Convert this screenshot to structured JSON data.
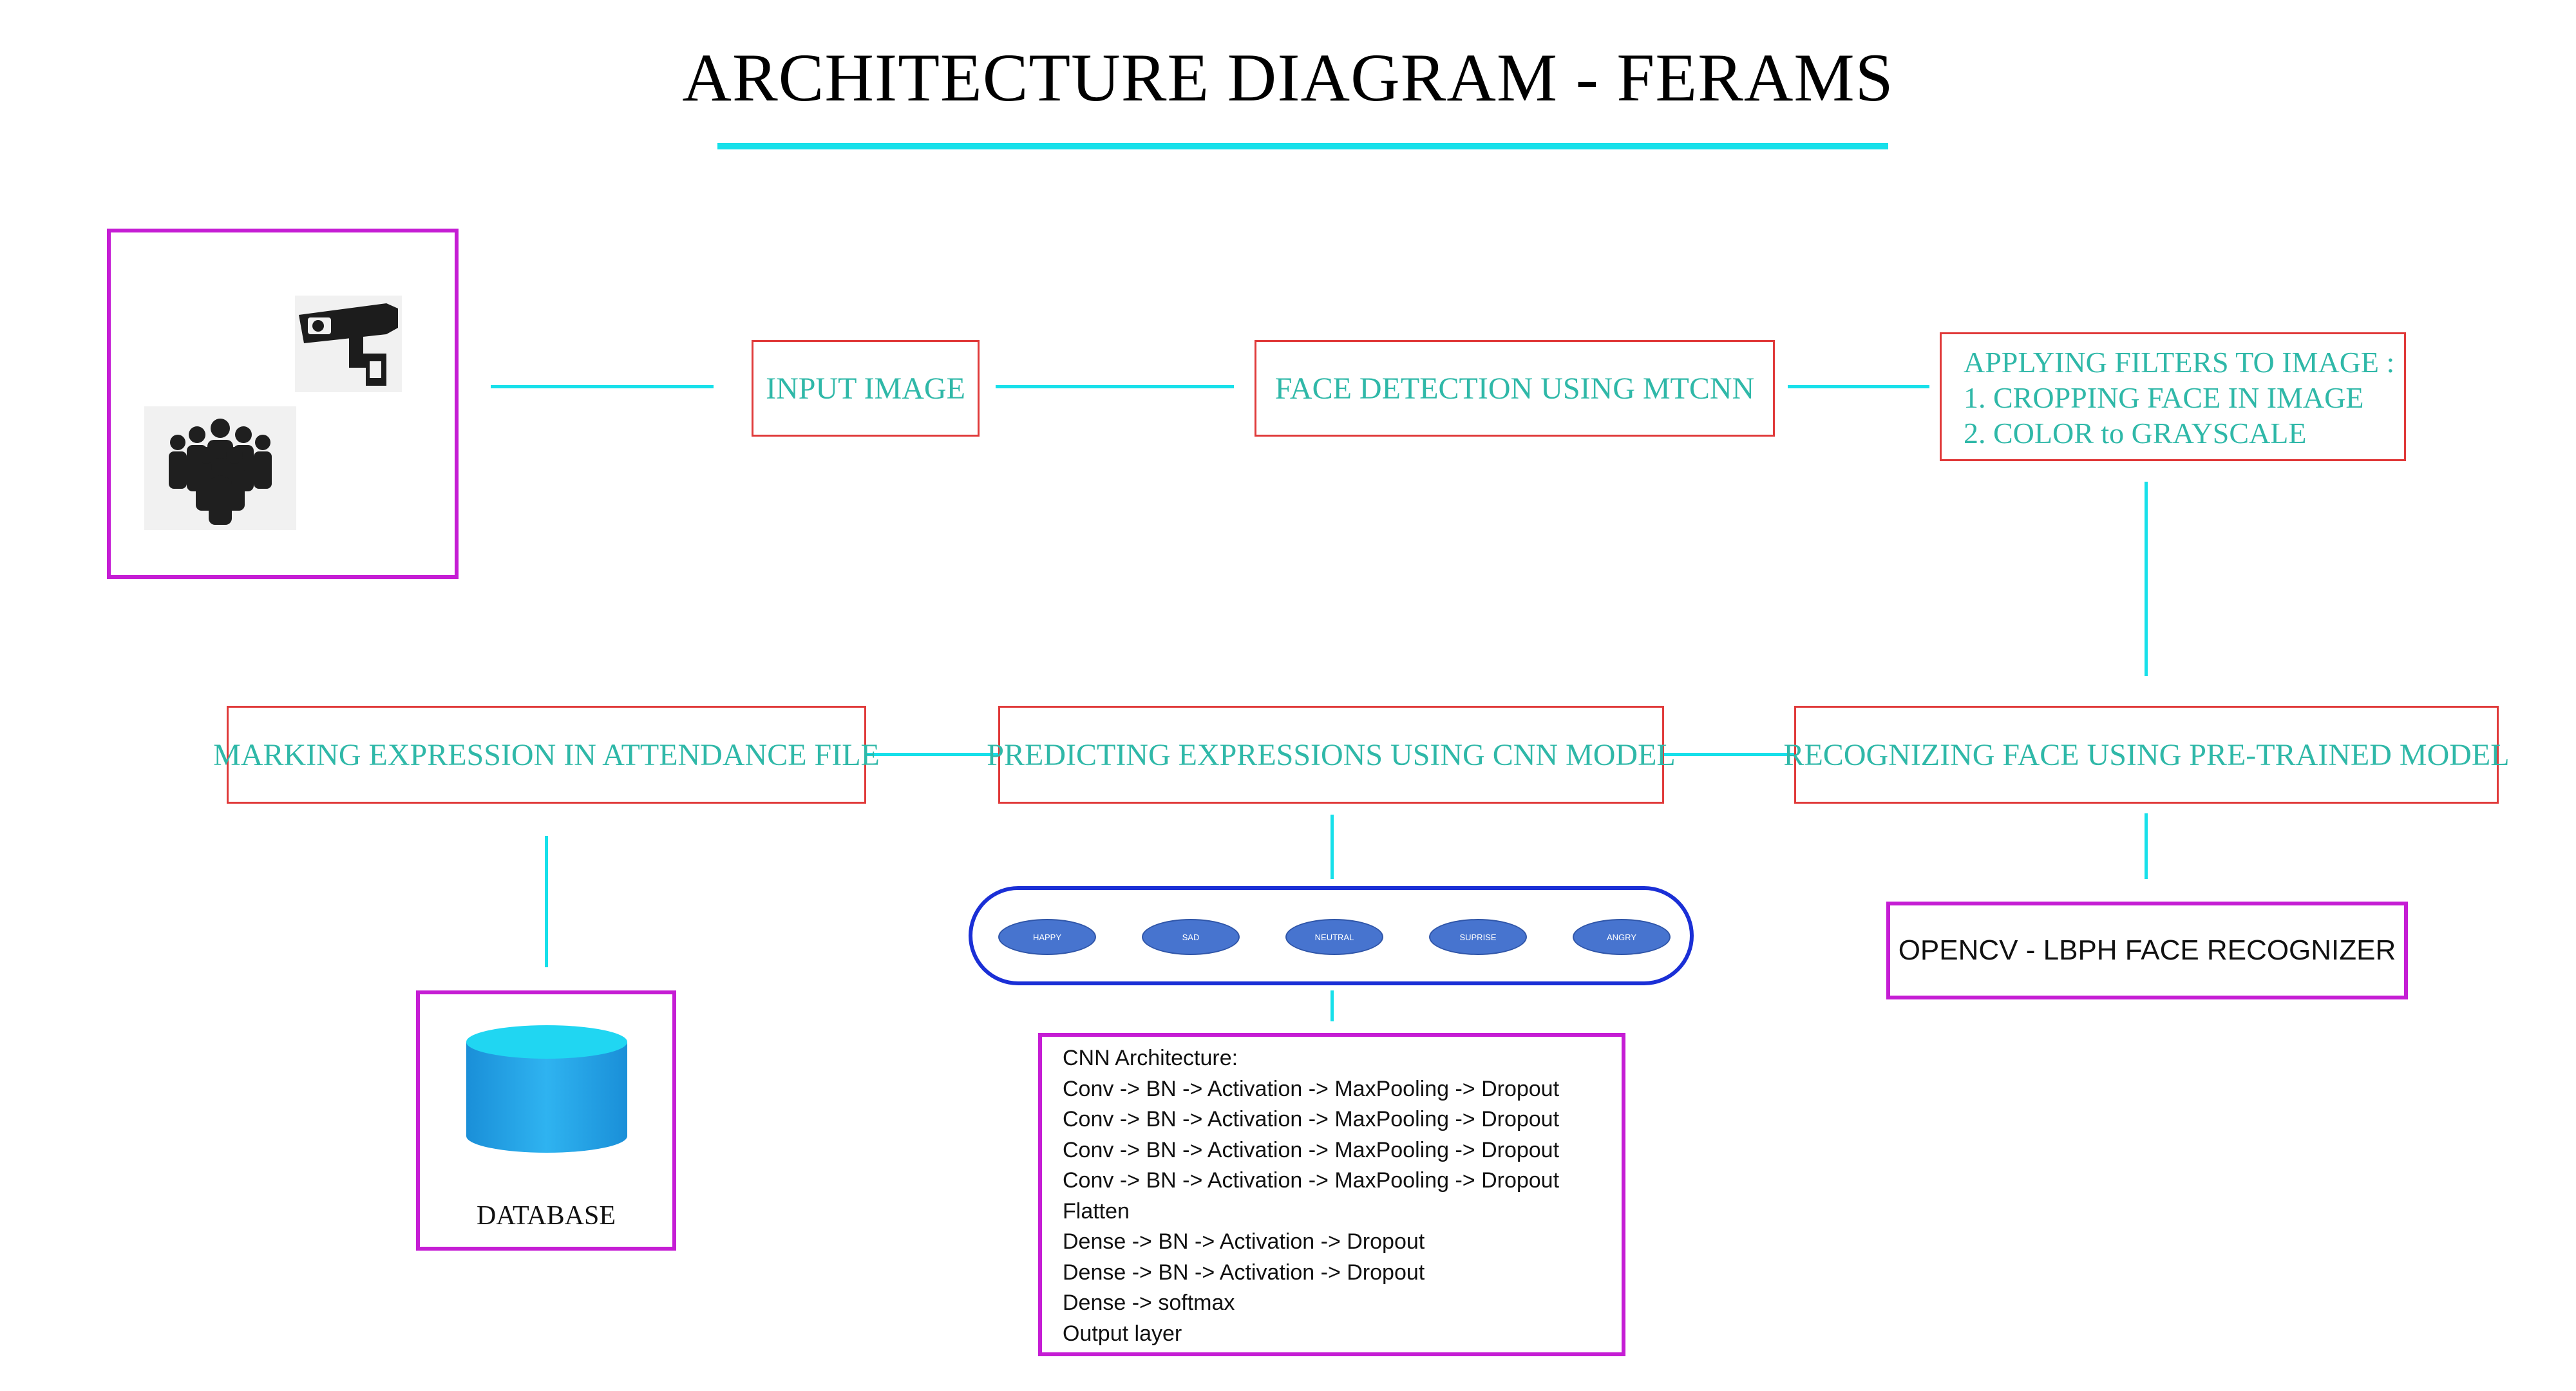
{
  "title": "ARCHITECTURE DIAGRAM - FERAMS",
  "nodes": {
    "input_image": "INPUT IMAGE",
    "face_detection": "FACE DETECTION USING MTCNN",
    "filters_heading": "APPLYING FILTERS TO IMAGE :",
    "filters_step1": "1. CROPPING FACE IN IMAGE",
    "filters_step2": "2. COLOR to GRAYSCALE",
    "recognizing_face": "RECOGNIZING FACE USING PRE-TRAINED MODEL",
    "predicting_expressions": "PREDICTING EXPRESSIONS USING CNN MODEL",
    "marking_expression": "MARKING EXPRESSION IN ATTENDANCE FILE",
    "opencv": "OPENCV - LBPH FACE RECOGNIZER",
    "database": "DATABASE"
  },
  "expressions": [
    "HAPPY",
    "SAD",
    "NEUTRAL",
    "SUPRISE",
    "ANGRY"
  ],
  "cnn_architecture": [
    "CNN Architecture:",
    "Conv -> BN -> Activation -> MaxPooling -> Dropout",
    "Conv -> BN -> Activation -> MaxPooling -> Dropout",
    "Conv -> BN -> Activation -> MaxPooling -> Dropout",
    "Conv -> BN -> Activation -> MaxPooling -> Dropout",
    "Flatten",
    "Dense -> BN -> Activation -> Dropout",
    "Dense -> BN -> Activation -> Dropout",
    "Dense -> softmax",
    "Output layer"
  ],
  "icons": {
    "camera": "cctv-camera-icon",
    "people": "people-group-icon",
    "database": "database-cylinder-icon"
  },
  "colors": {
    "connector": "#17e0ea",
    "process_border": "#e03a3a",
    "process_text": "#2fb8a8",
    "resource_border": "#c51dd4",
    "expression_container": "#1a2fd6",
    "expression_fill": "#4774cf",
    "database_fill": "#1fa3e6"
  }
}
